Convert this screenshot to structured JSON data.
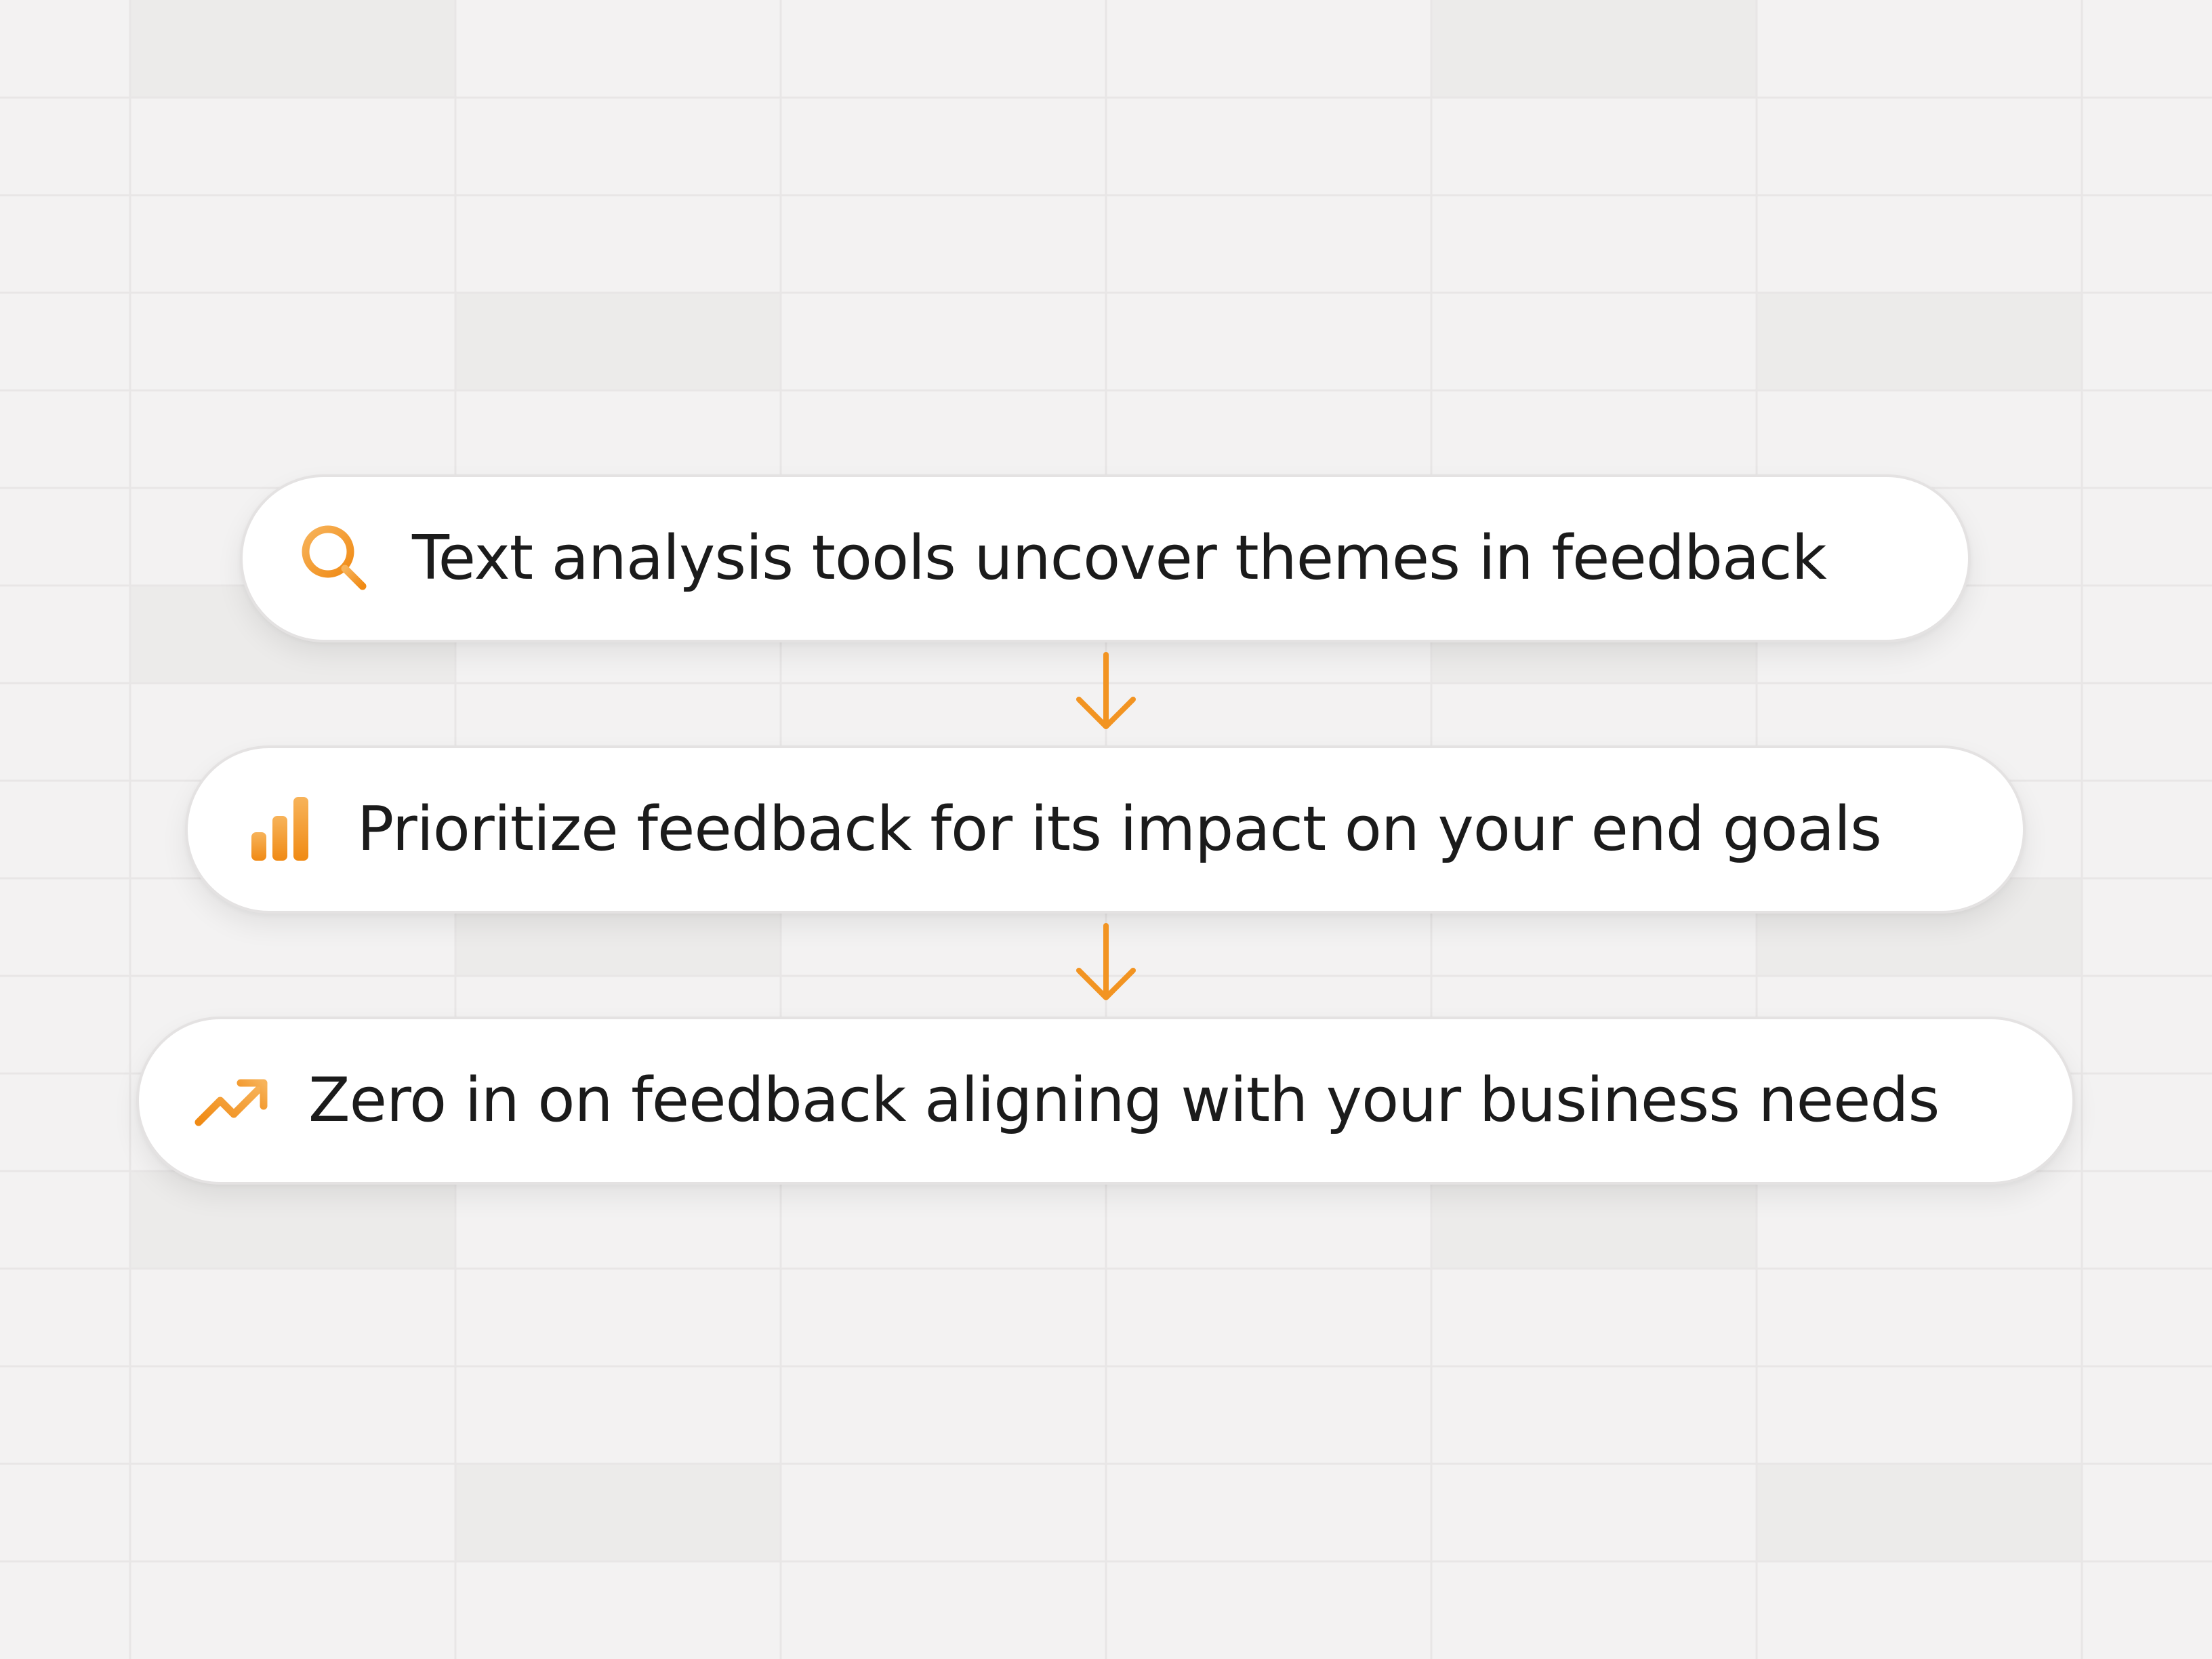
{
  "theme": {
    "accent": "#f29422",
    "accent_light": "#f7b35a",
    "text": "#1b1b1b",
    "background": "#f3f2f2",
    "card": "#ffffff",
    "border": "#e4e2e2"
  },
  "steps": [
    {
      "icon": "search-icon",
      "label": "Text analysis tools uncover themes in feedback"
    },
    {
      "icon": "bar-chart-icon",
      "label": "Prioritize feedback for its impact on your end goals"
    },
    {
      "icon": "trending-up-icon",
      "label": "Zero in on feedback aligning with your business needs"
    }
  ],
  "connectors": [
    {
      "icon": "arrow-down-icon"
    },
    {
      "icon": "arrow-down-icon"
    }
  ]
}
